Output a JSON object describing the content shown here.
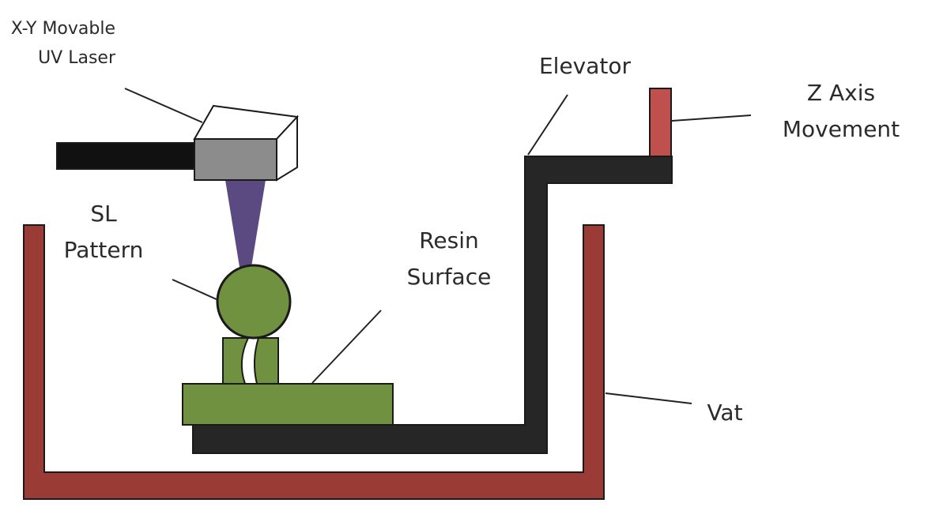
{
  "labels": {
    "laser_line1": "X-Y Movable",
    "laser_line2": "UV Laser",
    "elevator": "Elevator",
    "z_axis_line1": "Z Axis",
    "z_axis_line2": "Movement",
    "sl_line1": "SL",
    "sl_line2": "Pattern",
    "resin_line1": "Resin",
    "resin_line2": "Surface",
    "vat": "Vat"
  },
  "colors": {
    "vat": "#9a3b35",
    "z_axis_bar": "#c0504d",
    "elevator": "#262626",
    "laser_rail": "#111111",
    "laser_head": "#8c8c8c",
    "laser_top": "#ffffff",
    "beam": "#5b4a82",
    "resin_green": "#6f9140",
    "outline": "#1a1a1a"
  }
}
